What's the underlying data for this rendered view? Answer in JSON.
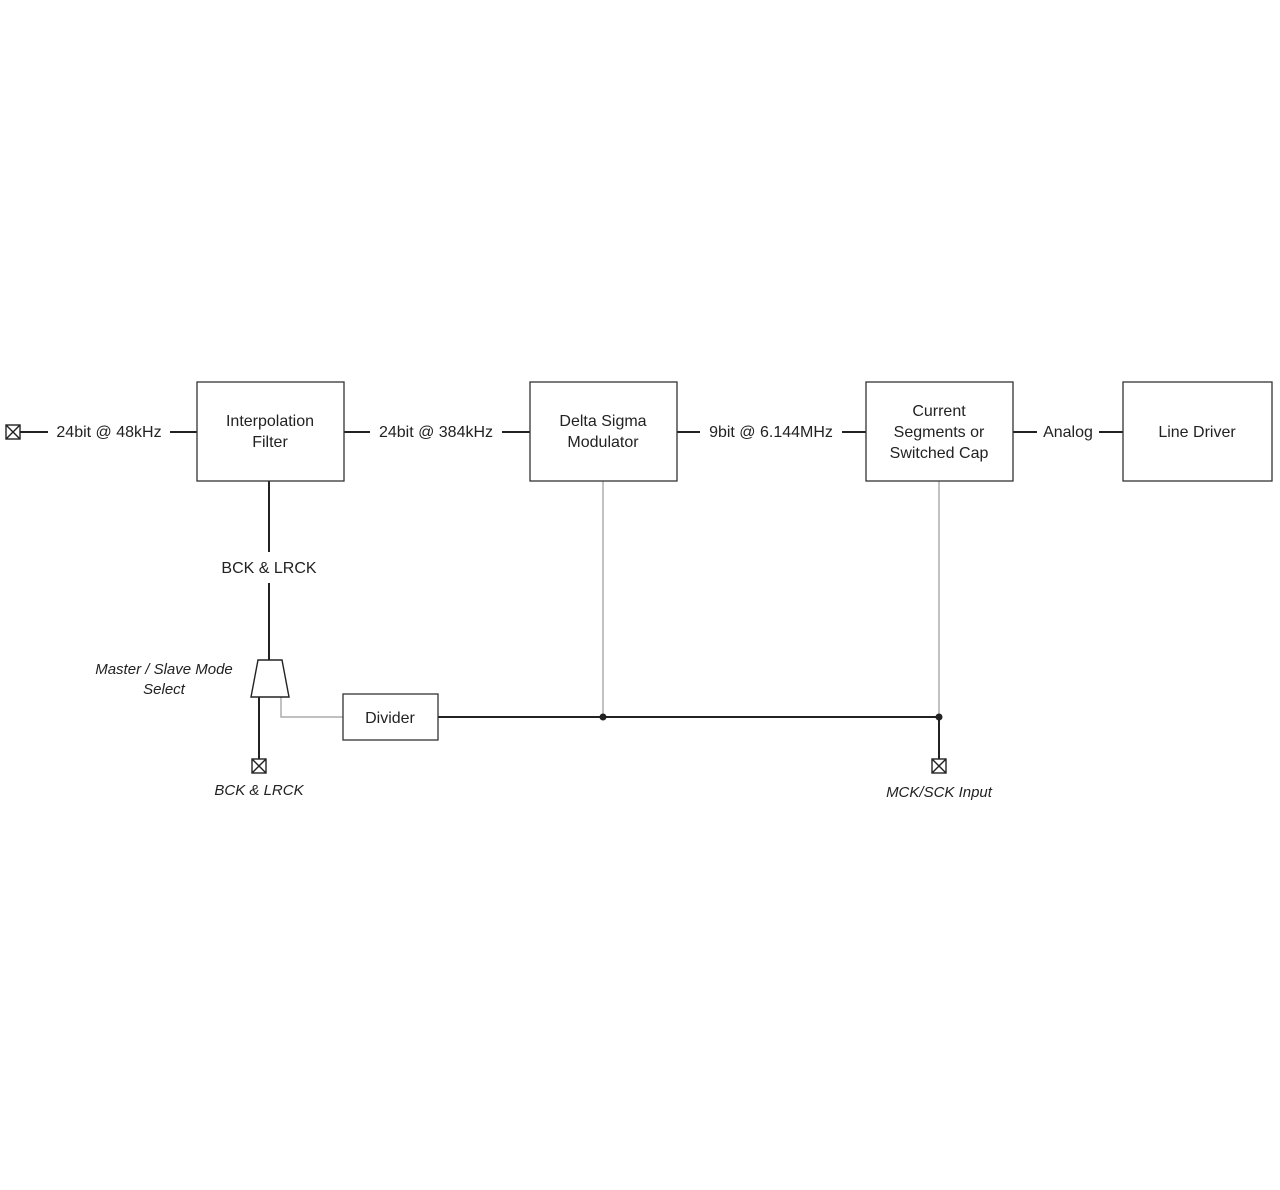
{
  "diagram": {
    "blocks": {
      "interpolation_filter": [
        "Interpolation",
        "Filter"
      ],
      "delta_sigma_modulator": [
        "Delta Sigma",
        "Modulator"
      ],
      "current_segments": [
        "Current",
        "Segments or",
        "Switched Cap"
      ],
      "line_driver": "Line Driver",
      "divider": "Divider"
    },
    "signals": {
      "input": "24bit @ 48kHz",
      "filter_out": "24bit @ 384kHz",
      "modulator_out": "9bit @ 6.144MHz",
      "analog": "Analog",
      "bck_lrck_internal": "BCK & LRCK"
    },
    "pins": {
      "bck_lrck": "BCK & LRCK",
      "mck_sck": "MCK/SCK Input"
    },
    "mux_label": [
      "Master / Slave Mode",
      "Select"
    ],
    "colors": {
      "line": "#222222",
      "light_line": "#9a9a9a",
      "block_border": "#333333",
      "background": "#ffffff"
    }
  }
}
